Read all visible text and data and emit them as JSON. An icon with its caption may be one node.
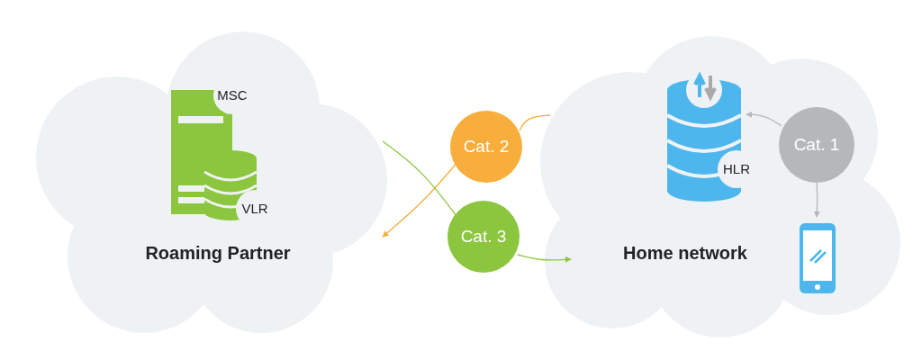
{
  "diagram": {
    "nodes": [
      {
        "text": [
          "Roaming Partner"
        ]
      },
      {
        "text": [
          "MSC"
        ],
        "in": 0
      },
      {
        "text": [
          "VLR"
        ],
        "in": 0
      },
      {
        "text": [
          "Home network"
        ]
      },
      {
        "text": [
          "HLR"
        ],
        "in": 3
      },
      {
        "text": [
          "Cat. 1"
        ],
        "in": 3
      },
      {
        "text": [],
        "shape": "picture",
        "in": 3
      },
      {
        "text": [
          "Cat. 2"
        ]
      },
      {
        "text": [
          "Cat. 3"
        ]
      }
    ],
    "edges": [
      {
        "from": 3,
        "to": 7,
        "arrow": "none",
        "color": "#f7ae3c"
      },
      {
        "from": 7,
        "to": 0,
        "arrow": "to",
        "color": "#f7ae3c"
      },
      {
        "from": 0,
        "to": 8,
        "arrow": "none",
        "color": "#8cc63f"
      },
      {
        "from": 8,
        "to": 3,
        "arrow": "to",
        "color": "#8cc63f"
      },
      {
        "from": 5,
        "to": 4,
        "arrow": "to",
        "color": "#b4b8b9"
      },
      {
        "from": 5,
        "to": 6,
        "arrow": "to",
        "color": "#b4b8b9"
      }
    ]
  }
}
